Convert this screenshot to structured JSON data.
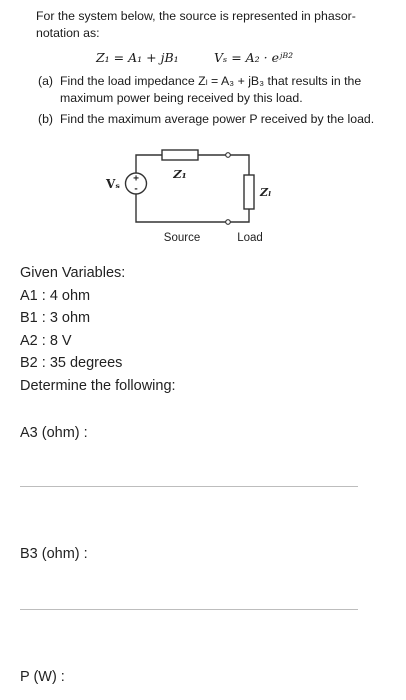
{
  "problem": {
    "intro": "For the system below, the source is represented in phasor-notation as:",
    "eq_z1": "Z₁ = A₁ + jB₁",
    "eq_vs": "Vₛ = A₂ · eʲᴮ²",
    "part_a_tag": "(a)",
    "part_a_text": "Find the load impedance Zₗ = A₃ + jB₃ that results in the maximum power being received by this load.",
    "part_b_tag": "(b)",
    "part_b_text": "Find the maximum average power P received by the load."
  },
  "circuit": {
    "vs_label": "Vₛ",
    "z1_label": "Z₁",
    "zl_label": "Zₗ",
    "source_label": "Source",
    "load_label": "Load",
    "plus": "+",
    "minus": "-"
  },
  "given": {
    "heading": "Given Variables:",
    "items": [
      "A1 : 4 ohm",
      "B1 : 3 ohm",
      "A2 : 8 V",
      "B2 : 35 degrees"
    ],
    "determine": "Determine the following:"
  },
  "answers": [
    {
      "label": "A3 (ohm) :"
    },
    {
      "label": "B3 (ohm) :"
    },
    {
      "label": "P (W) :"
    }
  ]
}
